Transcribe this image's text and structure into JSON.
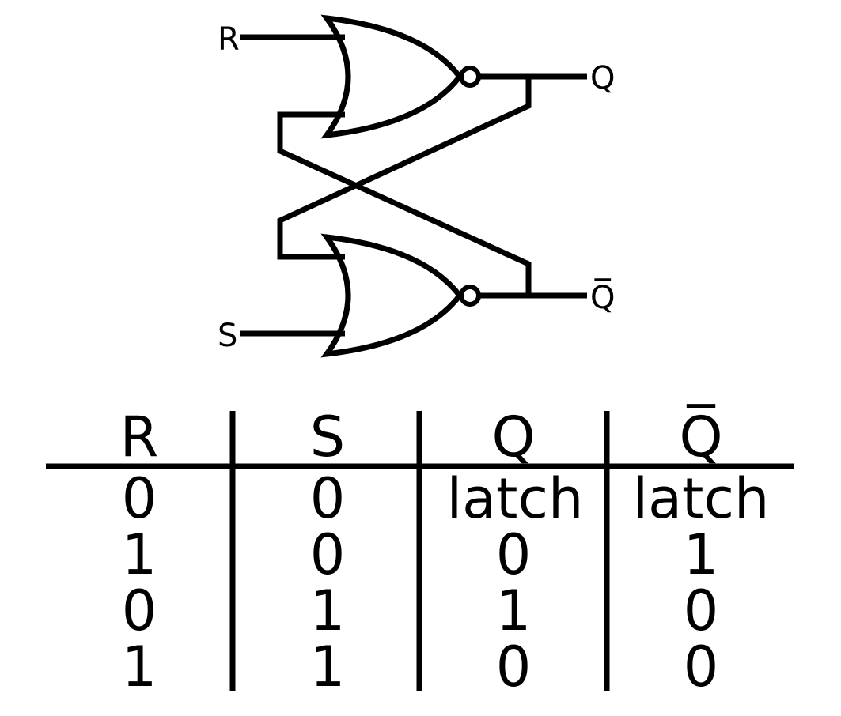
{
  "circuit": {
    "inputs": [
      "R",
      "S"
    ],
    "outputs": [
      "Q",
      "Q̅"
    ],
    "gates": [
      {
        "type": "NOR",
        "inputs": [
          "R",
          "Q̅"
        ],
        "output": "Q"
      },
      {
        "type": "NOR",
        "inputs": [
          "Q",
          "S"
        ],
        "output": "Q̅"
      }
    ]
  },
  "truth_table": {
    "headers": [
      "R",
      "S",
      "Q",
      "Q̅"
    ],
    "rows": [
      [
        "0",
        "0",
        "latch",
        "latch"
      ],
      [
        "1",
        "0",
        "0",
        "1"
      ],
      [
        "0",
        "1",
        "1",
        "0"
      ],
      [
        "1",
        "1",
        "0",
        "0"
      ]
    ]
  }
}
